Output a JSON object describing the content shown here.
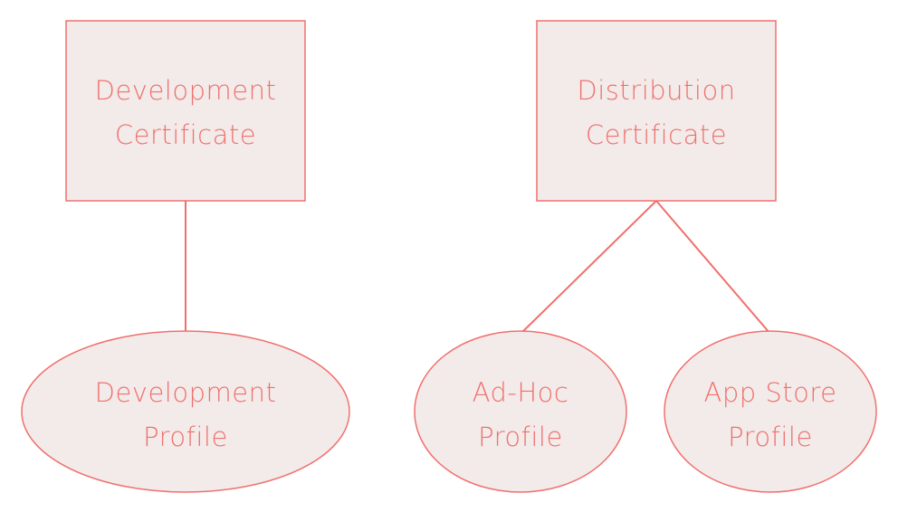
{
  "colors": {
    "stroke": "#f0706e",
    "fill": "#f2ebe9",
    "text": "#f0706e",
    "background": "#ffffff"
  },
  "nodes": {
    "dev_cert": {
      "line1": "Development",
      "line2": "Certificate"
    },
    "dist_cert": {
      "line1": "Distribution",
      "line2": "Certificate"
    },
    "dev_profile": {
      "line1": "Development",
      "line2": "Profile"
    },
    "adhoc_profile": {
      "line1": "Ad-Hoc",
      "line2": "Profile"
    },
    "appstore_profile": {
      "line1": "App Store",
      "line2": "Profile"
    }
  }
}
